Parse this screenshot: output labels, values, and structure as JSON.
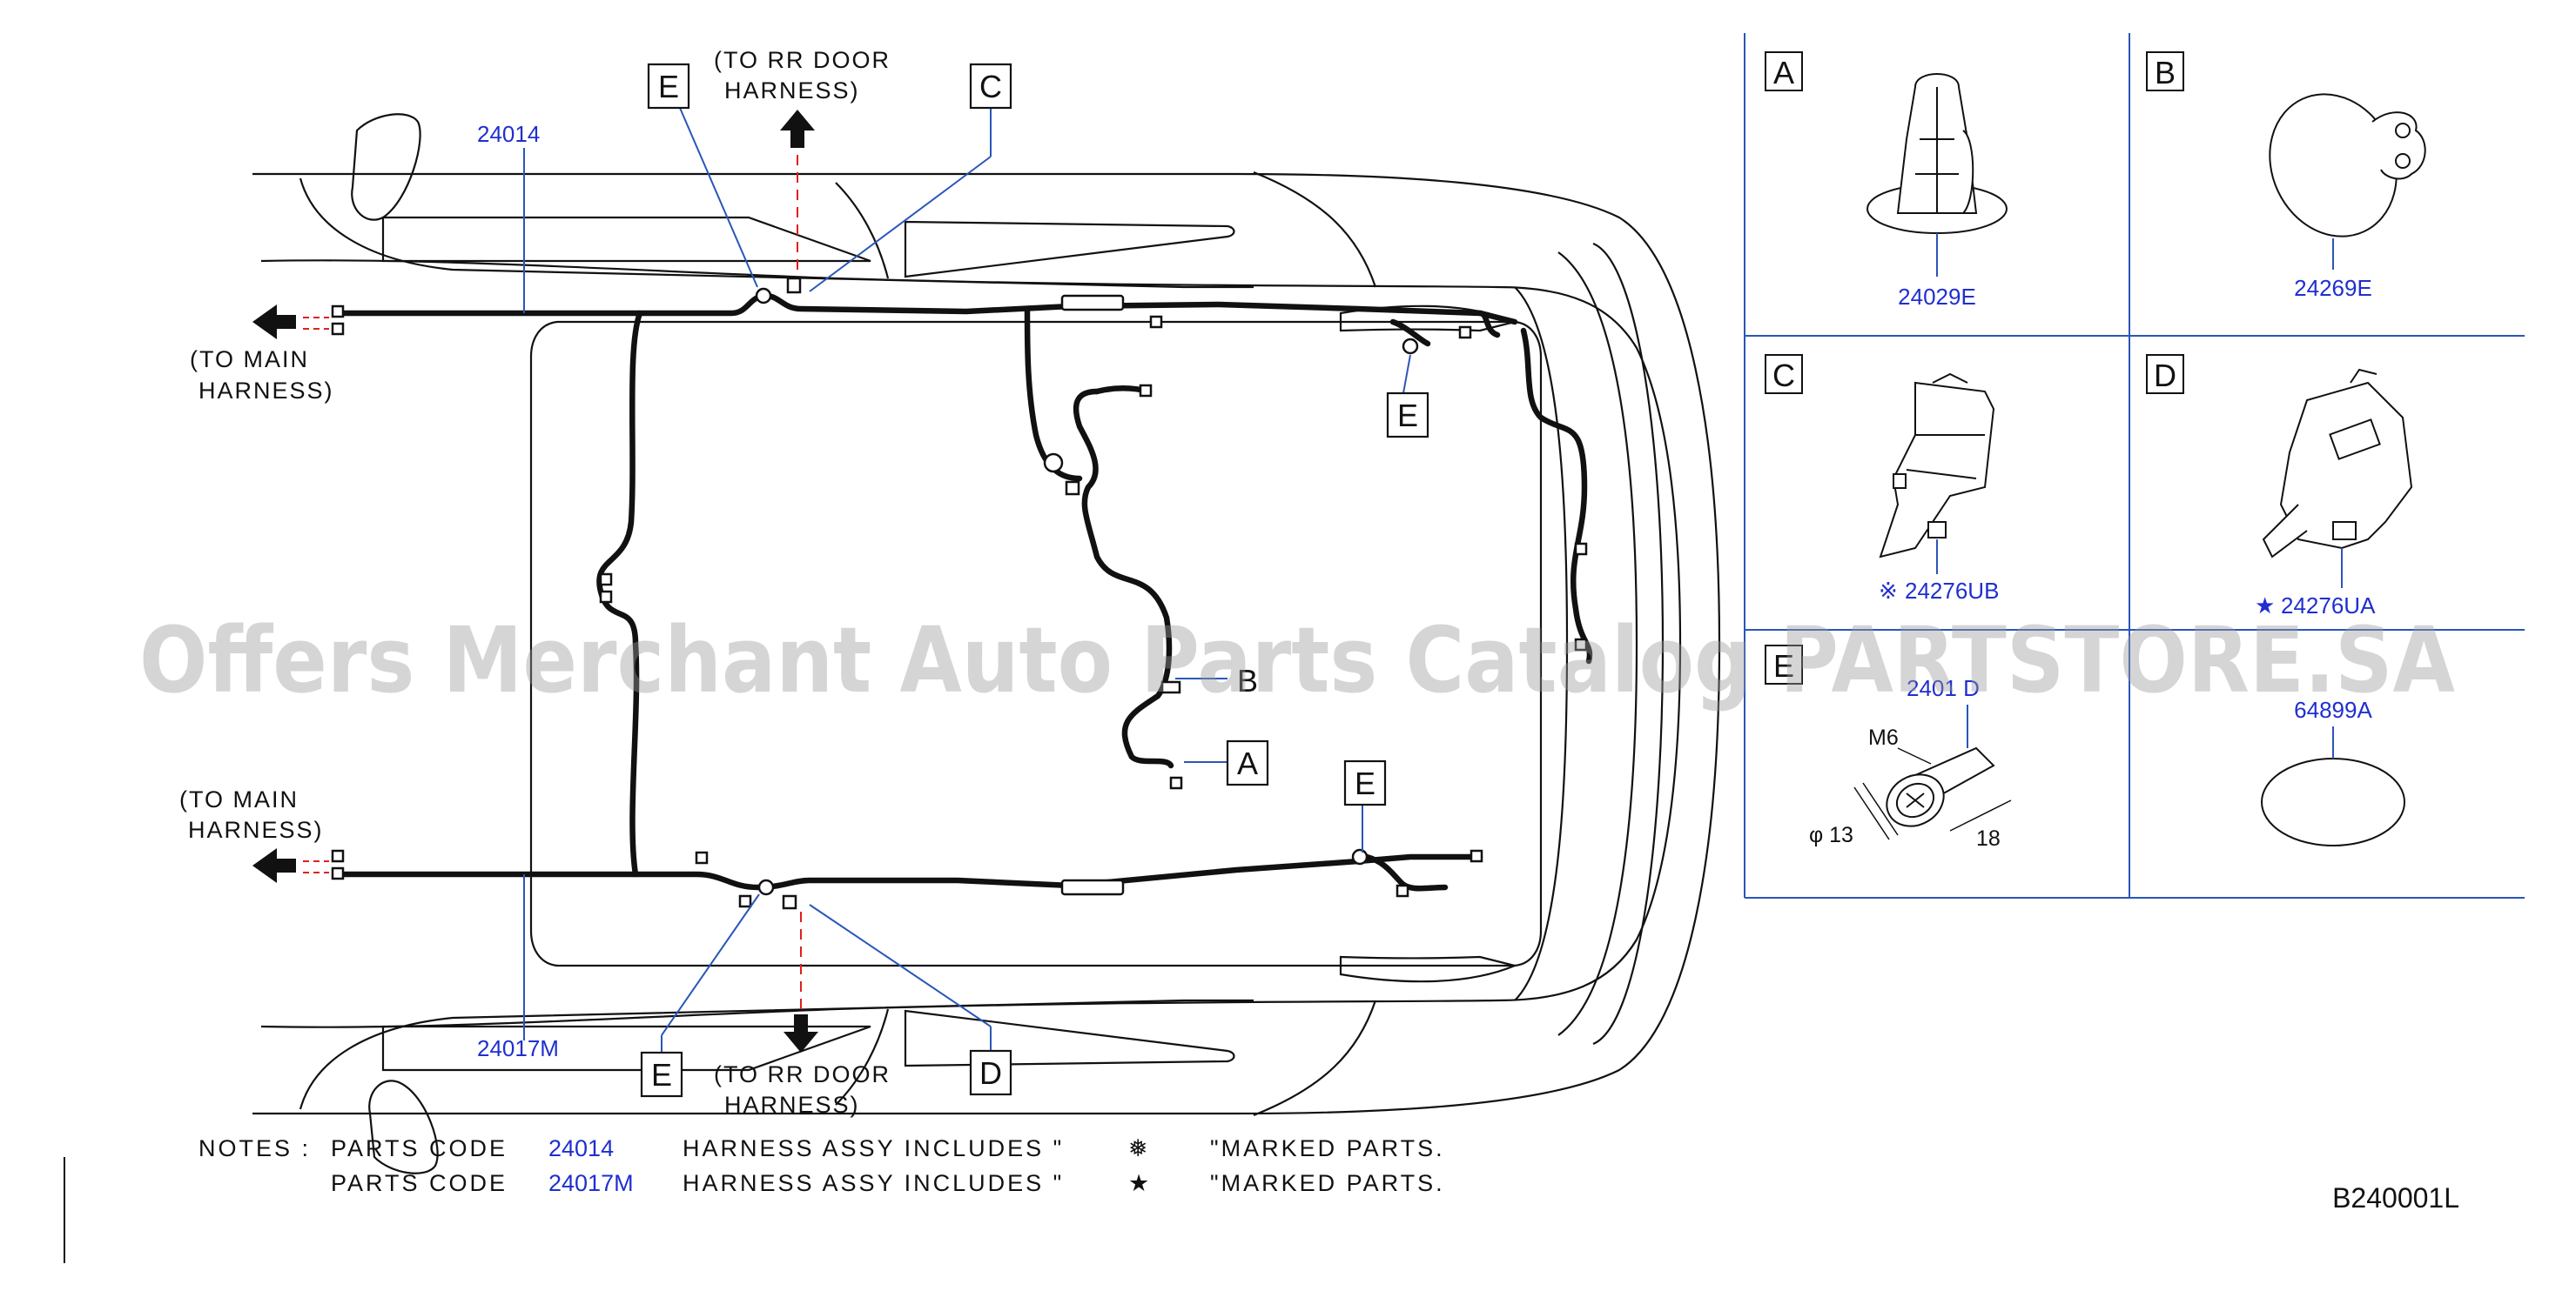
{
  "diagram": {
    "left_callouts": {
      "to_rr_door_top_line1": "(TO  RR  DOOR",
      "to_rr_door_top_line2": "HARNESS)",
      "to_rr_door_bottom_line1": "(TO  RR  DOOR",
      "to_rr_door_bottom_line2": "HARNESS)",
      "to_main_top_line1": "(TO  MAIN",
      "to_main_top_line2": "HARNESS)",
      "to_main_bottom_line1": "(TO  MAIN",
      "to_main_bottom_line2": "HARNESS)"
    },
    "part_numbers": {
      "upper_harness": "24014",
      "lower_harness": "24017M"
    },
    "markers": {
      "e": "E",
      "c": "C",
      "d": "D",
      "a": "A",
      "b": "B"
    }
  },
  "parts_table": {
    "cells": [
      {
        "letter": "A",
        "code": "24029E",
        "mark": ""
      },
      {
        "letter": "B",
        "code": "24269E",
        "mark": ""
      },
      {
        "letter": "C",
        "code": "24276UB",
        "mark": "※"
      },
      {
        "letter": "D",
        "code": "24276UA",
        "mark": "★"
      },
      {
        "letter": "E",
        "code": "2401  D",
        "mark": ""
      },
      {
        "letter": "",
        "code": "64899A",
        "mark": ""
      }
    ],
    "bolt": {
      "size": "M6",
      "diameter": "φ 13",
      "length": "18"
    }
  },
  "notes": {
    "prefix": "NOTES  :",
    "line1": {
      "label": "PARTS  CODE",
      "code": "24014",
      "text": "HARNESS  ASSY      INCLUDES  \"",
      "mark": "❅",
      "suffix": "\"MARKED  PARTS."
    },
    "line2": {
      "label": "PARTS  CODE",
      "code": "24017M",
      "text": "HARNESS  ASSY      INCLUDES  \"",
      "mark": "★",
      "suffix": "\"MARKED  PARTS."
    }
  },
  "reference_code": "B240001L",
  "watermark": "Offers Merchant Auto Parts Catalog PARTSTORE.SA",
  "colors": {
    "part_blue": "#1f2fd0",
    "line_blue": "#2a56b8",
    "red_dash": "#e0201b"
  }
}
